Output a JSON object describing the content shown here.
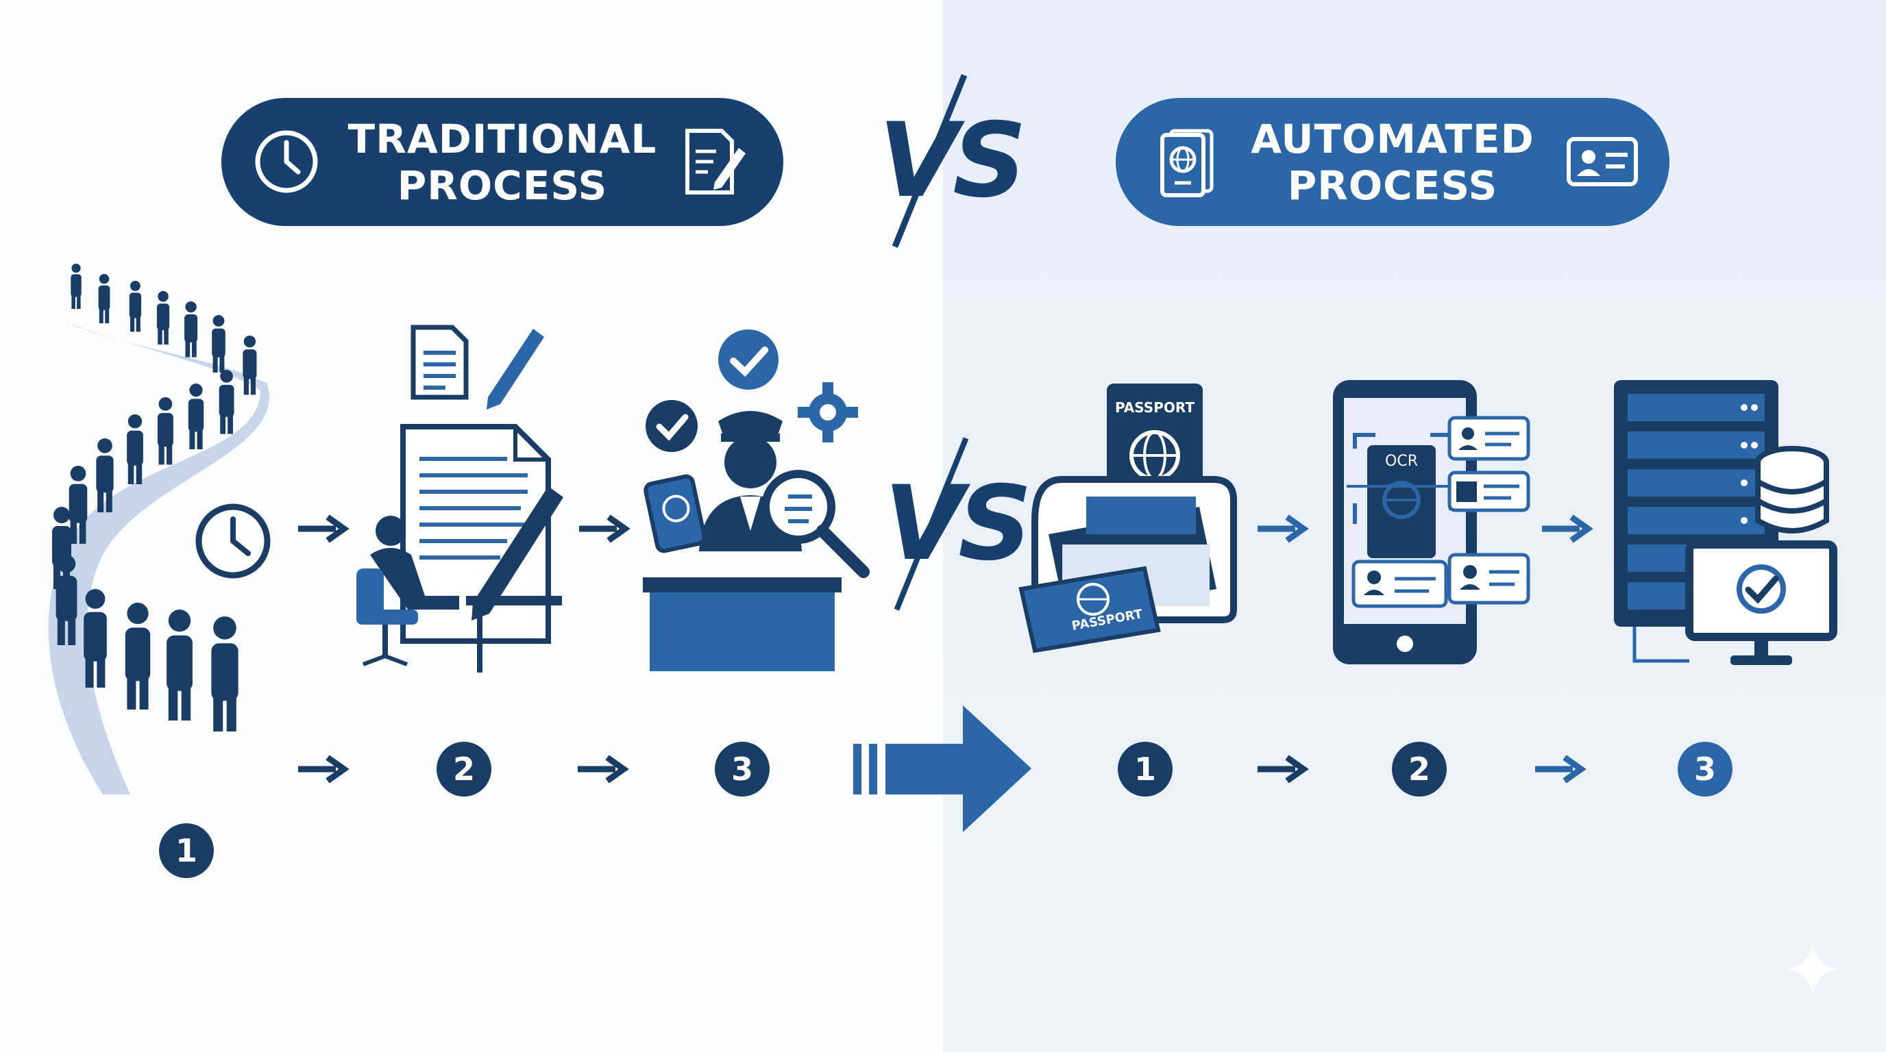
{
  "colors": {
    "navy": "#17406f",
    "blue": "#2a66a8",
    "light": "#e7eef8"
  },
  "traditional": {
    "title_line1": "TRADITIONAL",
    "title_line2": "PROCESS",
    "icons": [
      "clock-icon",
      "form-pen-icon"
    ],
    "steps": [
      "1",
      "2",
      "3"
    ]
  },
  "automated": {
    "title_line1": "AUTOMATED",
    "title_line2": "PROCESS",
    "icons": [
      "passport-icon",
      "id-card-icon"
    ],
    "steps": [
      "1",
      "2",
      "3"
    ]
  },
  "vs_label": "VS",
  "passport_label": "PASSPORT",
  "ocr_label": "OCR"
}
